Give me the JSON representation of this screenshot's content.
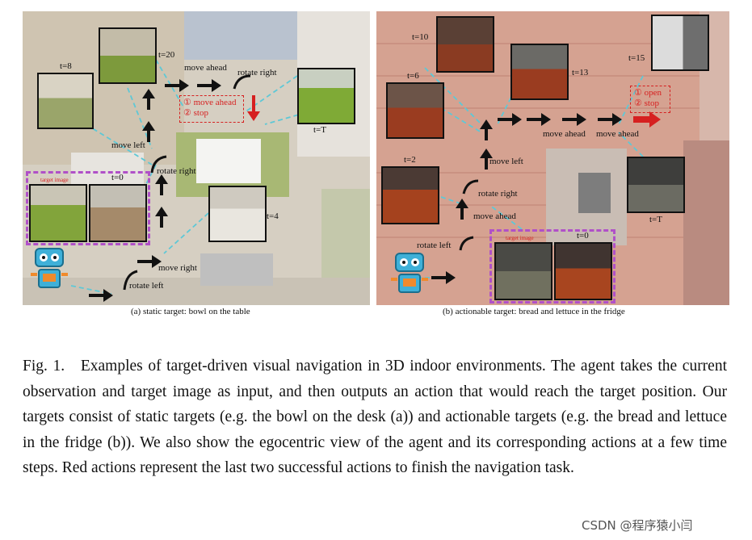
{
  "panel_a": {
    "subcaption": "(a) static target: bowl on the table",
    "timesteps": [
      "t=8",
      "t=20",
      "t=T",
      "t=0",
      "t=4"
    ],
    "target_image_label": "target image",
    "actions": [
      "move ahead",
      "rotate right",
      "move left",
      "rotate right",
      "move right",
      "rotate left"
    ],
    "final_actions": [
      "① move ahead",
      "② stop"
    ]
  },
  "panel_b": {
    "subcaption": "(b) actionable target: bread and lettuce in the fridge",
    "timesteps": [
      "t=10",
      "t=6",
      "t=13",
      "t=15",
      "t=2",
      "t=T",
      "t=0"
    ],
    "target_image_label": "target image",
    "actions": [
      "move left",
      "rotate right",
      "move ahead",
      "rotate left",
      "move ahead",
      "move ahead"
    ],
    "final_actions": [
      "① open",
      "② stop"
    ]
  },
  "caption": {
    "label": "Fig. 1.",
    "text": "Examples of target-driven visual navigation in 3D indoor environments. The agent takes the current observation and target image as input, and then outputs an action that would reach the target position. Our targets consist of static targets (e.g. the bowl on the desk (a)) and actionable targets (e.g. the bread and lettuce in the fridge (b)). We also show the egocentric view of the agent and its corresponding actions at a few time steps. Red actions represent the last two successful actions to finish the navigation task."
  },
  "watermark": "CSDN @程序猿小闫",
  "colors": {
    "action_red": "#d62020",
    "path_cyan": "#5ec8d6",
    "target_purple": "#b050c8"
  }
}
